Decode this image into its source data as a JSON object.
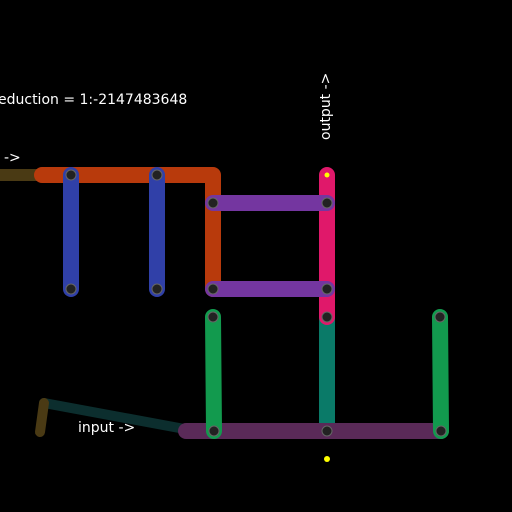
{
  "labels": {
    "reduction": "eduction = 1:-2147483648",
    "left_arrow": "t ->",
    "output": "output ->",
    "input": "input ->"
  },
  "colors": {
    "background": "#000000",
    "orange_bar": "#b83a0c",
    "blue_bar": "#3040a8",
    "purple_bar": "#7436a0",
    "pink_bar": "#e0186a",
    "green_bar": "#129a4e",
    "teal_bar": "#0a7a68",
    "dark_purple_bar": "#5a2a58",
    "dark_teal_stick": "#0c2e2e",
    "olive_stick": "#4a3a14",
    "joint_fill": "#222222",
    "marker": "#ffff00"
  },
  "icons": {
    "joint": "pivot-joint-icon",
    "marker": "yellow-dot-icon"
  }
}
